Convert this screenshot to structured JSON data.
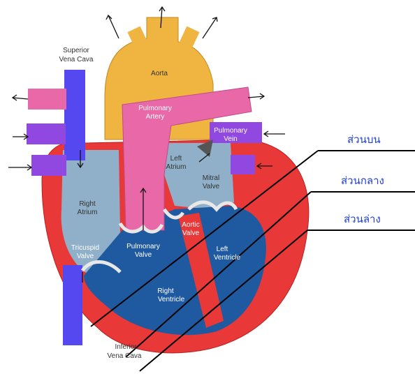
{
  "diagram": {
    "labels": {
      "superior_vena_cava_1": "Superior",
      "superior_vena_cava_2": "Vena Cava",
      "aorta": "Aorta",
      "pulmonary_artery_1": "Pulmonary",
      "pulmonary_artery_2": "Artery",
      "pulmonary_vein_1": "Pulmonary",
      "pulmonary_vein_2": "Vein",
      "left_atrium_1": "Left",
      "left_atrium_2": "Atrium",
      "mitral_valve_1": "Mitral",
      "mitral_valve_2": "Valve",
      "right_atrium_1": "Right",
      "right_atrium_2": "Atrium",
      "tricuspid_valve_1": "Tricuspid",
      "tricuspid_valve_2": "Valve",
      "pulmonary_valve_1": "Pulmonary",
      "pulmonary_valve_2": "Valve",
      "aortic_valve_1": "Aortic",
      "aortic_valve_2": "Valve",
      "left_ventricle_1": "Left",
      "left_ventricle_2": "Ventricle",
      "right_ventricle_1": "Right",
      "right_ventricle_2": "Ventricle",
      "inferior_vena_cava_1": "Inferior",
      "inferior_vena_cava_2": "Vena Cava"
    },
    "callouts": {
      "upper": "ส่วนบน",
      "middle": "ส่วนกลาง",
      "lower": "ส่วนล่าง"
    },
    "colors": {
      "aorta": "#f0b440",
      "pulmonary_artery": "#e868a8",
      "vena_cava": "#5548f0",
      "pulmonary_vein": "#9048e0",
      "right_chambers": "#8fb0c8",
      "ventricles": "#1f5aa0",
      "muscle": "#e83838",
      "callout_text": "#1f3fd6"
    }
  }
}
